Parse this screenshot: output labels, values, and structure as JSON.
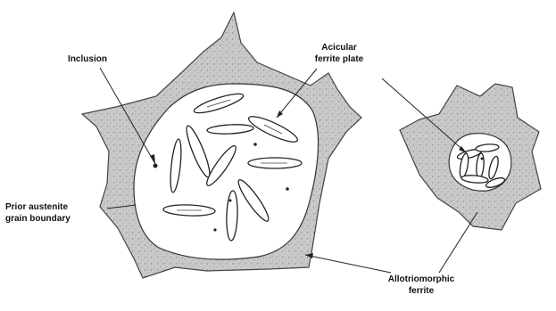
{
  "labels": {
    "inclusion": "Inclusion",
    "acicular_line1": "Acicular",
    "acicular_line2": "ferrite plate",
    "prior_line1": "Prior austenite",
    "prior_line2": "grain boundary",
    "allotrio_line1": "Allotriomorphic",
    "allotrio_line2": "ferrite"
  },
  "colors": {
    "grain_fill": "#c9c9c9",
    "grain_stroke": "#444444",
    "interior_fill": "#ffffff",
    "line": "#222222"
  }
}
